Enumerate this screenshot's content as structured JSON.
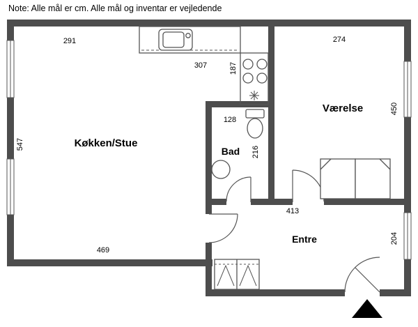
{
  "note": "Note: Alle mål er cm. Alle mål og inventar er vejledende",
  "rooms": {
    "kitchen_living": {
      "label": "Køkken/Stue"
    },
    "bathroom": {
      "label": "Bad"
    },
    "bedroom": {
      "label": "Værelse"
    },
    "entrance": {
      "label": "Entre"
    }
  },
  "dimensions_cm": {
    "kitchen_top": "291",
    "counter_width": "307",
    "kitchen_zone_depth": "187",
    "bedroom_width": "274",
    "kitchen_living_height": "547",
    "bedroom_height": "450",
    "bath_width": "128",
    "bath_depth": "216",
    "entrance_width": "413",
    "kitchen_living_width": "469",
    "entrance_height": "204"
  },
  "colors": {
    "wall": "#4d4d4d",
    "fixture_stroke": "#555555",
    "north_arrow": "#000000",
    "background": "#ffffff",
    "text": "#000000"
  },
  "icons": {
    "sink": "kitchen sink with faucet",
    "cooktop": "4-burner cooktop",
    "asterisk": "asterisk symbol (fixture)",
    "toilet": "toilet with cistern",
    "washbasin": "round washbasin",
    "double_bed": "double bed with pillows",
    "wardrobe": "wardrobe cabinet",
    "window": "window in wall",
    "door": "door swing arc",
    "north_arrow": "north arrow"
  }
}
